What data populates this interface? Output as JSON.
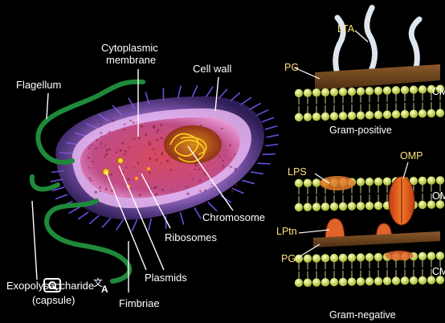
{
  "cell_labels": {
    "flagellum": "Flagellum",
    "cytoplasmic_1": "Cytoplasmic",
    "cytoplasmic_2": "membrane",
    "cell_wall": "Cell wall",
    "chromosome": "Chromosome",
    "ribosomes": "Ribosomes",
    "plasmids": "Plasmids",
    "fimbriae": "Fimbriae",
    "capsule_1": "Exopolysaccharide",
    "capsule_2": "(capsule)"
  },
  "gram_positive": {
    "lta": "LTA",
    "pg": "PG",
    "cm": "CM",
    "title": "Gram-positive"
  },
  "gram_negative": {
    "lps": "LPS",
    "omp": "OMP",
    "om": "OM",
    "lptn": "LPtn",
    "pg": "PG",
    "cm": "CM",
    "title": "Gram-negative"
  },
  "overlay": {
    "lens_icon": "image-search-icon",
    "translate_icon": "translate-icon"
  }
}
